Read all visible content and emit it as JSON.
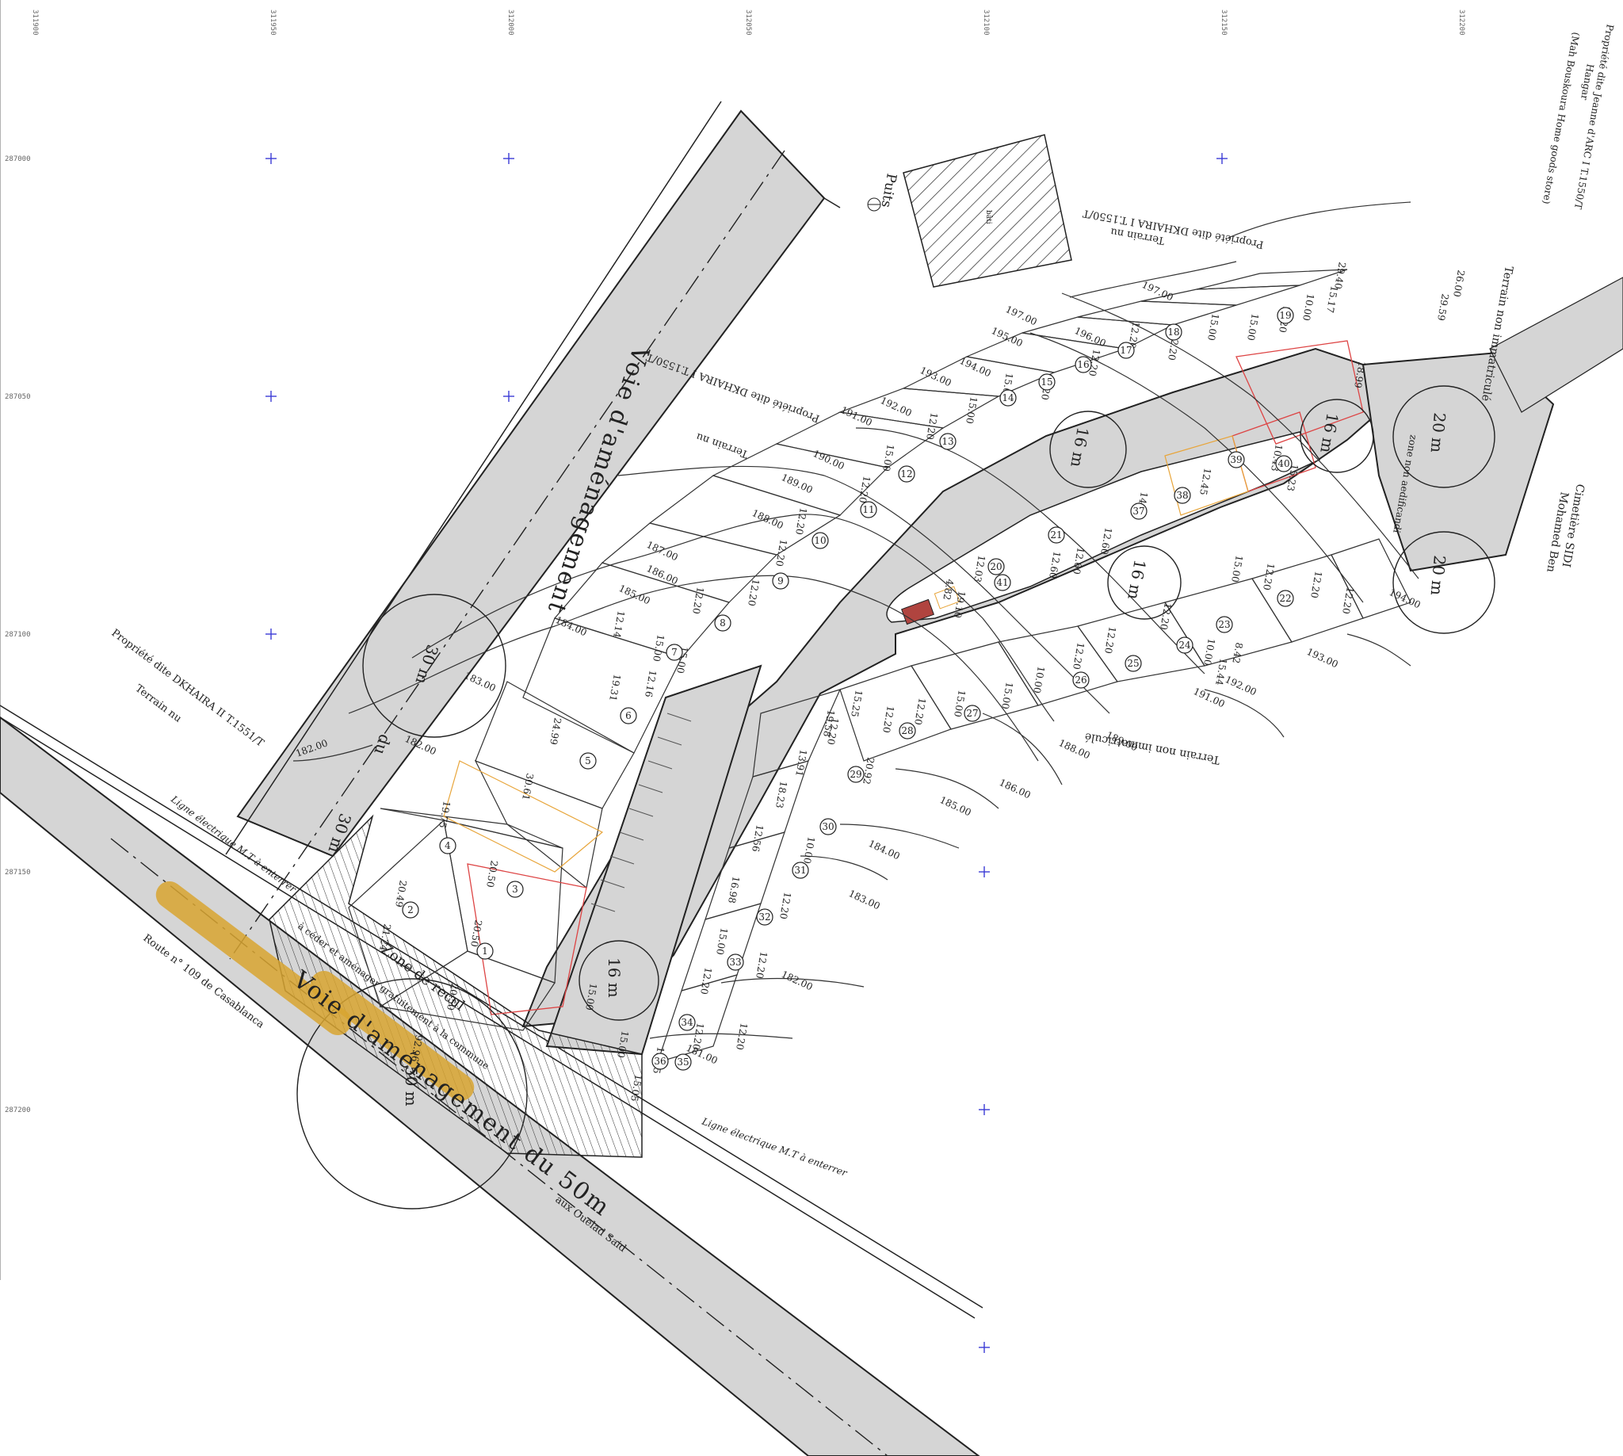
{
  "grid": {
    "x_labels": [
      "311900",
      "311950",
      "312000",
      "312050",
      "312100",
      "312150",
      "312200"
    ],
    "y_labels": [
      "287000",
      "287050",
      "287100",
      "287150",
      "287200"
    ]
  },
  "roads": {
    "main_road": "Route n° 109 de Casablanca",
    "main_road_dest": "aux Ouelad Said",
    "voie_50": "Voie d'aménagement du 50m",
    "voie_50_width": "50 m",
    "voie_30": "Voie d'aménagement",
    "voie_30_du": "du",
    "voie_30_width": "30 m",
    "voie_30_circle": "30 m",
    "width_16_a": "16 m",
    "width_16_b": "16 m",
    "width_16_c": "16 m",
    "width_16_d": "16 m",
    "width_20_a": "20 m",
    "width_20_b": "20 m"
  },
  "labels": {
    "puits": "Puits",
    "cimetiere_1": "Cimetière SIDI",
    "cimetiere_2": "Mohamed Ben",
    "terrain_non_immat_right": "Terrain non immatriculé",
    "terrain_non_immat_bottom": "Terrain non immatriculé",
    "zone_non_aedificandi": "zone non aedificandi",
    "prop_dkhaira_i_1": "Propriété dite DKHAIRA I T.1550/T",
    "prop_dkhaira_i_1b": "Terrain nu",
    "prop_dkhaira_i_2": "Propriété dite DKHAIRA I T.1550/T",
    "prop_dkhaira_i_2b": "Terrain nu",
    "prop_dkhaira_ii": "Propriété dite DKHAIRA II T.1551/T",
    "prop_dkhaira_ii_b": "Terrain nu",
    "prop_jeanne_1": "Propriété dite Jeanne d'ARC I T.1550/T",
    "prop_jeanne_2": "Hangar",
    "prop_jeanne_3": "(Mah Bouskoura Home goods store)",
    "ligne_elec_top": "Ligne électrique M.T à enterrer",
    "ligne_elec_bottom": "Ligne électrique M.T à enterrer",
    "zone_recul_1": "Zone de recul",
    "zone_recul_2": "à céder et aménager gratuitement à la commune",
    "hatched_building": "bâti"
  },
  "elevations": [
    "182.00",
    "182.00",
    "183.00",
    "184.00",
    "185.00",
    "186.00",
    "187.00",
    "188.00",
    "189.00",
    "190.00",
    "191.00",
    "192.00",
    "193.00",
    "194.00",
    "195.00",
    "196.00",
    "197.00",
    "197.00",
    "181.00",
    "182.00",
    "183.00",
    "184.00",
    "185.00",
    "186.00",
    "188.00",
    "189.00",
    "191.00",
    "192.00",
    "193.00",
    "194.00"
  ],
  "lot_numbers": [
    "1",
    "2",
    "3",
    "4",
    "5",
    "6",
    "7",
    "8",
    "9",
    "10",
    "11",
    "12",
    "13",
    "14",
    "15",
    "16",
    "17",
    "18",
    "19",
    "20",
    "21",
    "22",
    "23",
    "24",
    "25",
    "26",
    "27",
    "28",
    "29",
    "30",
    "31",
    "32",
    "33",
    "34",
    "35",
    "36",
    "37",
    "38",
    "39",
    "40",
    "41"
  ],
  "dims": [
    "20.50",
    "20.50",
    "20.49",
    "21.24",
    "19.75",
    "20.50",
    "30.61",
    "24.99",
    "19.31",
    "12.16",
    "12.14",
    "15.00",
    "15.00",
    "12.20",
    "12.20",
    "12.20",
    "12.20",
    "12.20",
    "15.00",
    "12.20",
    "15.00",
    "15.00",
    "12.20",
    "12.20",
    "12.20",
    "12.20",
    "15.00",
    "15.00",
    "12.20",
    "10.00",
    "12.20",
    "12.20",
    "15.00",
    "16.98",
    "12.56",
    "18.23",
    "13.91",
    "19.58",
    "15.25",
    "20.92",
    "92.96",
    "15.05",
    "15.05",
    "15.00",
    "15.00",
    "12.20",
    "12.20",
    "12.20",
    "10.00",
    "12.45",
    "10.43",
    "15.23",
    "14.23",
    "12.60",
    "12.60",
    "12.60",
    "12.03",
    "19.10",
    "4.82",
    "15.17",
    "18.99",
    "29.40",
    "26.00",
    "29.59",
    "15.00",
    "12.20",
    "12.20",
    "12.20",
    "12.20",
    "10.00",
    "8.42",
    "15.44",
    "12.20",
    "12.20",
    "10.00",
    "15.00",
    "15.00",
    "12.20",
    "12.20",
    "12.20"
  ]
}
